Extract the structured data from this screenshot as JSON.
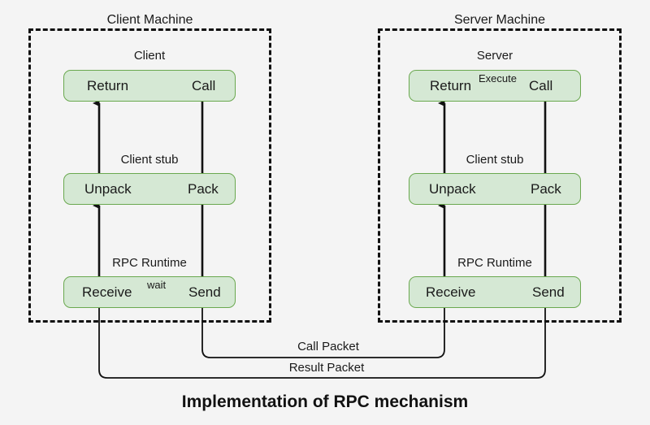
{
  "figure": {
    "caption": "Implementation of RPC mechanism",
    "background_color": "#f4f4f4",
    "box_fill_color": "#d5e8d4",
    "box_border_color": "#6aa84f",
    "line_color": "#111111"
  },
  "machines": [
    {
      "id": "client-machine",
      "title": "Client Machine",
      "layers": [
        {
          "id": "client",
          "title": "Client",
          "left_label": "Return",
          "right_label": "Call",
          "inner_edge_label": ""
        },
        {
          "id": "client-stub",
          "title": "Client stub",
          "left_label": "Unpack",
          "right_label": "Pack",
          "inner_edge_label": ""
        },
        {
          "id": "client-rpc-runtime",
          "title": "RPC Runtime",
          "left_label": "Receive",
          "right_label": "Send",
          "inner_edge_label": "wait"
        }
      ]
    },
    {
      "id": "server-machine",
      "title": "Server Machine",
      "layers": [
        {
          "id": "server",
          "title": "Server",
          "left_label": "Return",
          "right_label": "Call",
          "inner_edge_label": "Execute"
        },
        {
          "id": "server-stub",
          "title": "Client stub",
          "left_label": "Unpack",
          "right_label": "Pack",
          "inner_edge_label": ""
        },
        {
          "id": "server-rpc-runtime",
          "title": "RPC Runtime",
          "left_label": "Receive",
          "right_label": "Send",
          "inner_edge_label": ""
        }
      ]
    }
  ],
  "packets": [
    {
      "id": "call-packet",
      "label": "Call Packet"
    },
    {
      "id": "result-packet",
      "label": "Result Packet"
    }
  ]
}
